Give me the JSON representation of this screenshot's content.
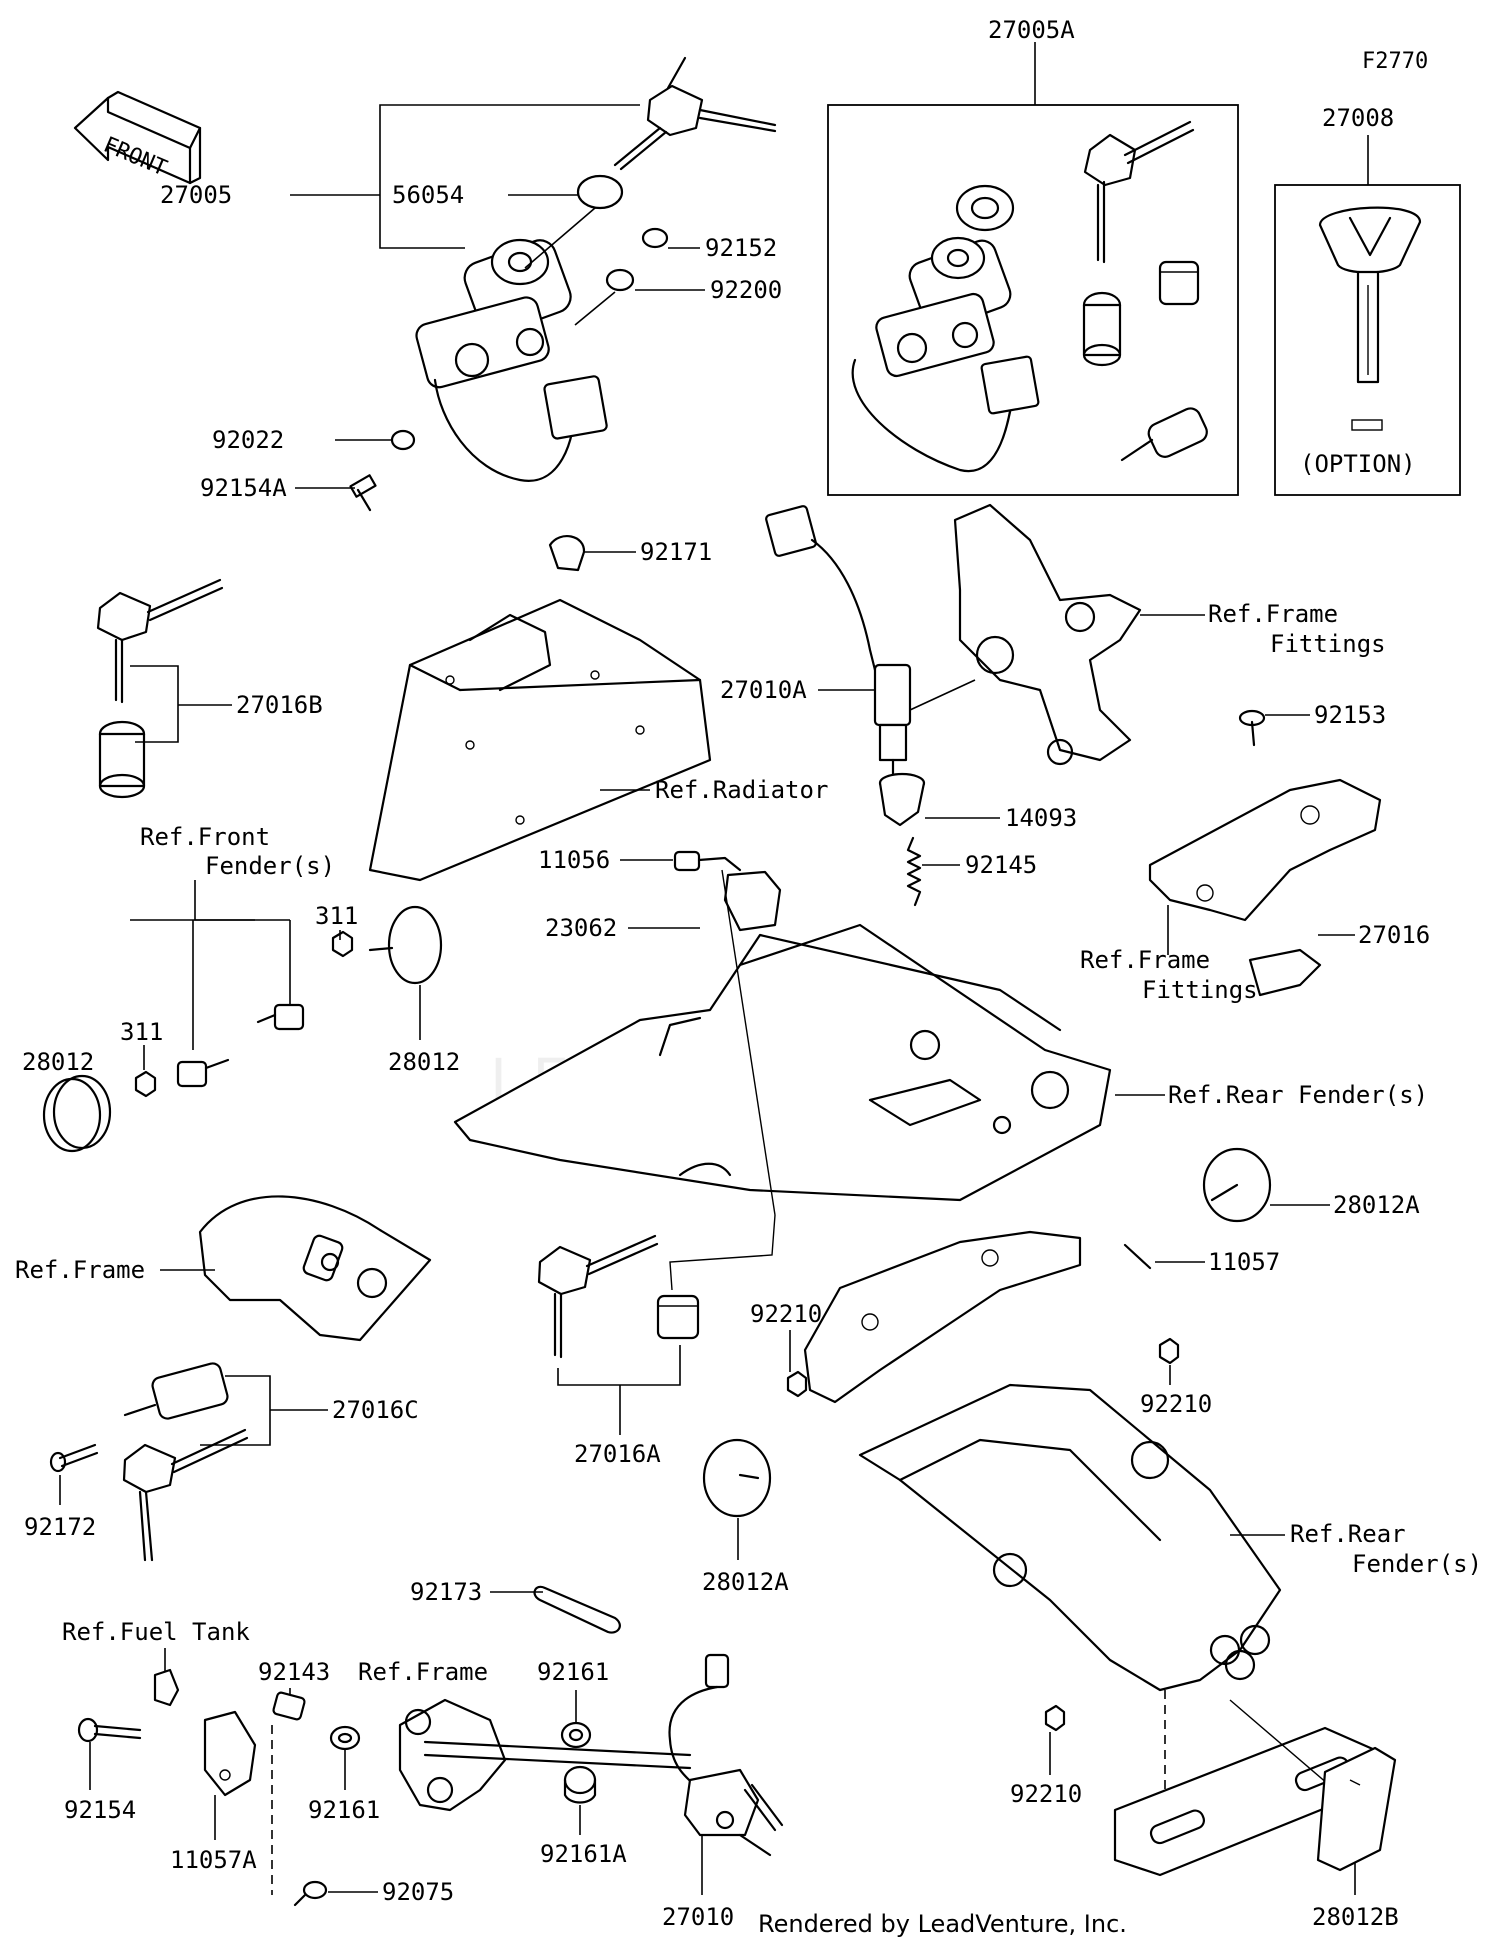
{
  "figure_code": "F2770",
  "front_arrow_label": "FRONT",
  "option_label": "(OPTION)",
  "footer": "Rendered by LeadVenture, Inc.",
  "watermark": "LEADVENTURE",
  "labels": {
    "p27005A": "27005A",
    "p27008": "27008",
    "p27005": "27005",
    "p56054": "56054",
    "p92152": "92152",
    "p92200": "92200",
    "p92022": "92022",
    "p92154A": "92154A",
    "p92171": "92171",
    "ref_frame_fittings_top_1": "Ref.Frame",
    "ref_frame_fittings_top_2": "Fittings",
    "p27016B": "27016B",
    "p27010A": "27010A",
    "p92153": "92153",
    "ref_radiator": "Ref.Radiator",
    "p14093": "14093",
    "ref_front_fender_1": "Ref.Front",
    "ref_front_fender_2": "Fender(s)",
    "p11056": "11056",
    "p92145": "92145",
    "p311_top": "311",
    "p23062": "23062",
    "p27016": "27016",
    "ref_frame_fittings_mid_1": "Ref.Frame",
    "ref_frame_fittings_mid_2": "Fittings",
    "p28012_left": "28012",
    "p311_left": "311",
    "p28012_right": "28012",
    "ref_rear_fender_top": "Ref.Rear Fender(s)",
    "p28012A_top": "28012A",
    "ref_frame_left": "Ref.Frame",
    "p11057": "11057",
    "p92210_mid": "92210",
    "p27016C": "27016C",
    "p92210_right": "92210",
    "p92172": "92172",
    "p27016A": "27016A",
    "ref_rear_fender_bottom_1": "Ref.Rear",
    "ref_rear_fender_bottom_2": "Fender(s)",
    "p28012A_bottom": "28012A",
    "p92173": "92173",
    "ref_fuel_tank": "Ref.Fuel Tank",
    "p92143": "92143",
    "ref_frame_bottom": "Ref.Frame",
    "p92161_top": "92161",
    "p92154": "92154",
    "p92161_left": "92161",
    "p92210_bottom": "92210",
    "p11057A": "11057A",
    "p92161A": "92161A",
    "p92075": "92075",
    "p27010": "27010",
    "p28012B": "28012B"
  }
}
